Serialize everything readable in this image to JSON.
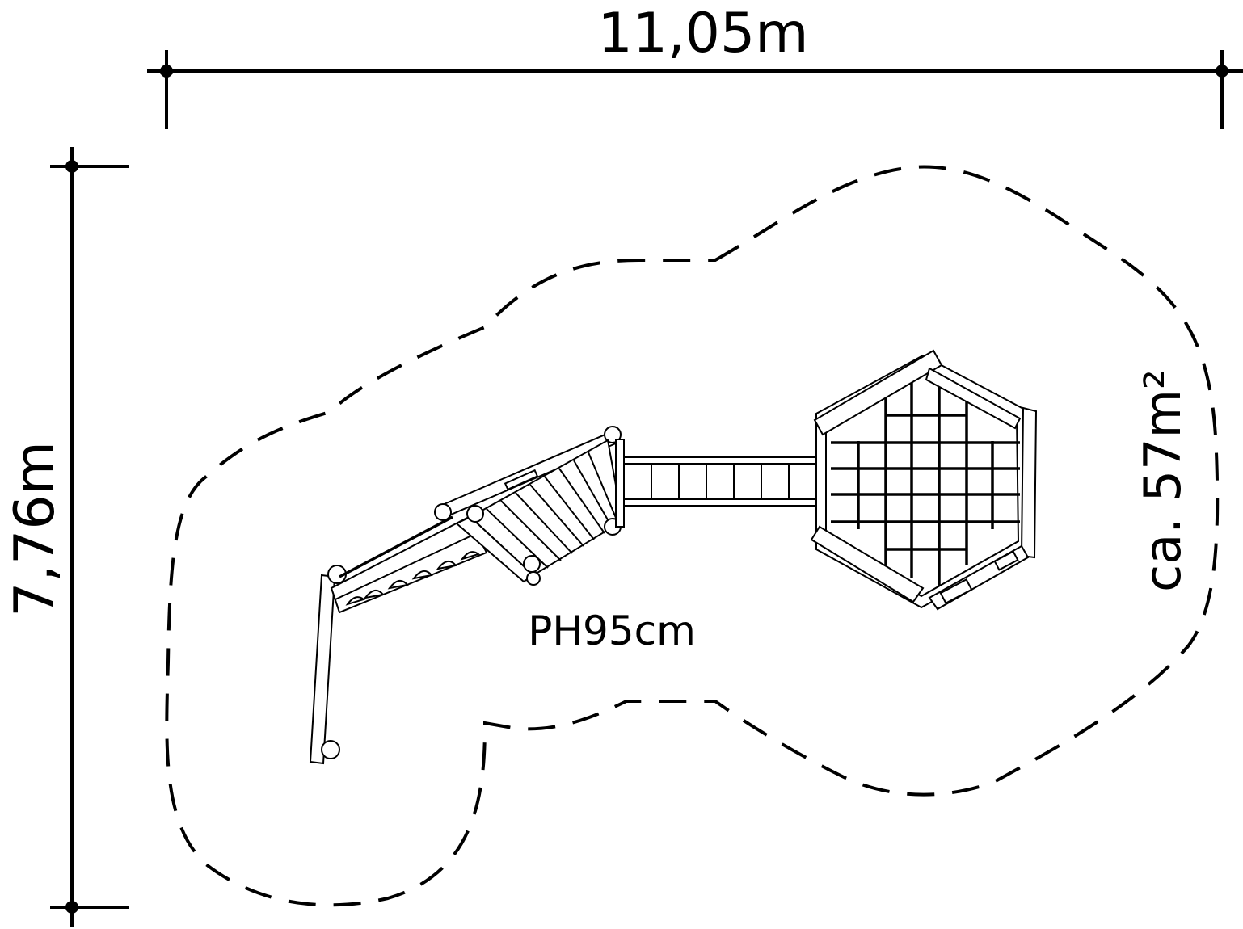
{
  "dimensions": {
    "width_label": "11,05m",
    "depth_label": "7,76m"
  },
  "platform_height_label": "PH95cm",
  "safety_area_label": "ca. 57m²",
  "colors": {
    "line": "#000000",
    "background": "#ffffff"
  }
}
